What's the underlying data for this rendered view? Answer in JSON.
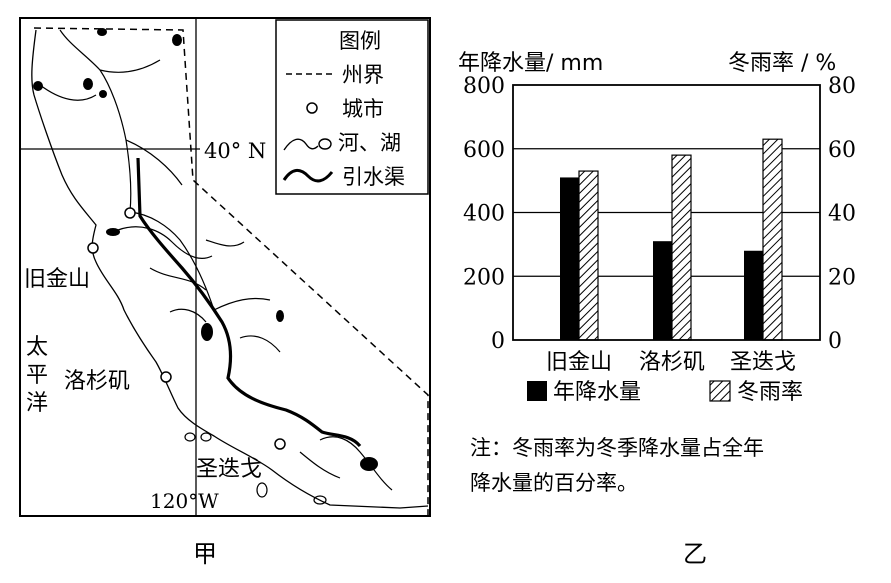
{
  "map": {
    "caption": "甲",
    "legend": {
      "title": "图例",
      "items": [
        {
          "label": "州界",
          "icon": "dashed-line-icon"
        },
        {
          "label": "城市",
          "icon": "city-circle-icon"
        },
        {
          "label": "河、湖",
          "icon": "river-lake-icon"
        },
        {
          "label": "引水渠",
          "icon": "canal-line-icon"
        }
      ]
    },
    "lat_label": "40° N",
    "lon_label": "120°W",
    "ocean_label": [
      "太",
      "平",
      "洋"
    ],
    "cities": [
      {
        "name": "旧金山"
      },
      {
        "name": "洛杉矶"
      },
      {
        "name": "圣迭戈"
      }
    ]
  },
  "chart": {
    "caption": "乙",
    "left_axis_title": "年降水量/ mm",
    "right_axis_title": "冬雨率 / %",
    "note_line1": "注：冬雨率为冬季降水量占全年",
    "note_line2": "降水量的百分率。"
  },
  "chart_data": {
    "type": "bar",
    "categories": [
      "旧金山",
      "洛杉矶",
      "圣迭戈"
    ],
    "series": [
      {
        "name": "年降水量",
        "axis": "left",
        "values": [
          510,
          310,
          280
        ],
        "fill": "#000000"
      },
      {
        "name": "冬雨率",
        "axis": "right",
        "values": [
          53,
          58,
          63
        ],
        "fill": "hatched"
      }
    ],
    "ylabel": "年降水量/ mm",
    "ylim": [
      0,
      800
    ],
    "yticks": [
      0,
      200,
      400,
      600,
      800
    ],
    "y2label": "冬雨率 / %",
    "y2lim": [
      0,
      80
    ],
    "y2ticks": [
      0,
      20,
      40,
      60,
      80
    ],
    "grid": true,
    "legend_position": "bottom"
  }
}
